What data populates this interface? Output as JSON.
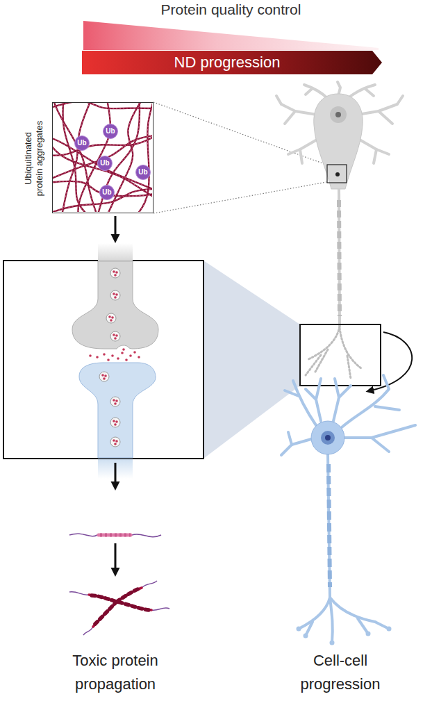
{
  "diagram": {
    "nodes": [
      {
        "text": [
          "Protein quality control"
        ]
      },
      {
        "text": [
          "ND progression"
        ]
      },
      {
        "text": [
          "Ubiquitinated protein aggregates"
        ]
      },
      {
        "text": [
          "Ub"
        ],
        "in": 2
      },
      {
        "text": [
          "Ub"
        ],
        "in": 2
      },
      {
        "text": [
          "Ub"
        ],
        "in": 2
      },
      {
        "text": [
          "Ub"
        ],
        "in": 2
      },
      {
        "text": [
          "Ub"
        ],
        "in": 2
      }
    ],
    "labels": [
      "Toxic protein propagation",
      "Cell-cell progression"
    ]
  }
}
